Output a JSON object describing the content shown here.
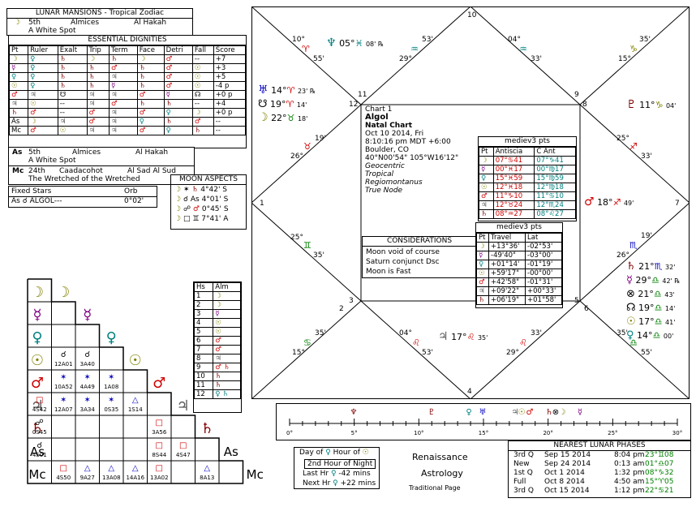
{
  "lunar_mansions": {
    "title": "LUNAR MANSIONS - Tropical Zodiac",
    "moon_row": [
      "5th",
      "Almices",
      "Al Hakah"
    ],
    "moon_sub": "A White Spot"
  },
  "essential_dignities": {
    "title": "ESSENTIAL DIGNITIES",
    "headers": [
      "Pt",
      "Ruler",
      "Exalt",
      "Trip",
      "Term",
      "Face",
      "Detri",
      "Fall",
      "Score"
    ],
    "rows": [
      {
        "pt": "☽",
        "ruler": "♀",
        "exalt": "♄",
        "trip": "☽",
        "term": "♄",
        "face": "☽",
        "detri": "♂",
        "fall": "--",
        "score": "+7"
      },
      {
        "pt": "☿",
        "ruler": "♀",
        "exalt": "♄",
        "trip": "♄",
        "term": "♂",
        "face": "♄",
        "detri": "♂",
        "fall": "☉",
        "score": "+3"
      },
      {
        "pt": "♀",
        "ruler": "♀",
        "exalt": "♄",
        "trip": "♄",
        "term": "♃",
        "face": "♄",
        "detri": "♂",
        "fall": "☉",
        "score": "+5"
      },
      {
        "pt": "☉",
        "ruler": "♀",
        "exalt": "♄",
        "trip": "♄",
        "term": "☿",
        "face": "♄",
        "detri": "♂",
        "fall": "☉",
        "score": "-4 p"
      },
      {
        "pt": "♂",
        "ruler": "♃",
        "exalt": "☋",
        "trip": "♃",
        "term": "♃",
        "face": "♂",
        "detri": "☿",
        "fall": "☊",
        "score": "+0 p"
      },
      {
        "pt": "♃",
        "ruler": "☉",
        "exalt": "--",
        "trip": "♃",
        "term": "♂",
        "face": "♄",
        "detri": "♄",
        "fall": "--",
        "score": "+4"
      },
      {
        "pt": "♄",
        "ruler": "♂",
        "exalt": "--",
        "trip": "♂",
        "term": "♃",
        "face": "♂",
        "detri": "♀",
        "fall": "☽",
        "score": "+0 p"
      },
      {
        "pt": "As",
        "ruler": "☽",
        "exalt": "♃",
        "trip": "♂",
        "term": "♃",
        "face": "♀",
        "detri": "♄",
        "fall": "♂",
        "score": "--"
      },
      {
        "pt": "Mc",
        "ruler": "♂",
        "exalt": "☉",
        "trip": "♃",
        "term": "♃",
        "face": "♂",
        "detri": "♀",
        "fall": "♄",
        "score": "--"
      }
    ]
  },
  "asc_mansion": {
    "row": [
      "5th",
      "Almices",
      "Al Hakah"
    ],
    "sub": "A White Spot"
  },
  "mc_mansion": {
    "row": [
      "24th",
      "Caadacohot",
      "Al Sad Al Sud"
    ],
    "sub": "The Wretched of the Wretched"
  },
  "fixed_stars": {
    "h1": "Fixed Stars",
    "h2": "Orb",
    "row": "As  ☌  ALGOL---",
    "orb": "0°02'"
  },
  "moon_aspects": {
    "title": "MOON ASPECTS",
    "rows": [
      {
        "a": "☽",
        "asp": "✶",
        "b": "♄",
        "val": "4°42' S"
      },
      {
        "a": "☽",
        "asp": "☌",
        "b": "As",
        "val": "4°01' S"
      },
      {
        "a": "☽",
        "asp": "☍",
        "b": "♂",
        "val": "0°45' S"
      },
      {
        "a": "☽",
        "asp": "□",
        "b": "♊",
        "val": "7°41' A"
      }
    ]
  },
  "almuten": {
    "headers": [
      "Hs",
      "Alm"
    ],
    "rows": [
      [
        "1",
        "☽"
      ],
      [
        "2",
        "☽"
      ],
      [
        "3",
        "☿"
      ],
      [
        "4",
        "☉"
      ],
      [
        "5",
        "☉"
      ],
      [
        "6",
        "♂"
      ],
      [
        "7",
        "♂"
      ],
      [
        "8",
        "♃"
      ],
      [
        "9",
        "♂ ♄"
      ],
      [
        "10",
        "♄"
      ],
      [
        "11",
        "♄"
      ],
      [
        "12",
        "♀ ♄"
      ]
    ]
  },
  "chart": {
    "name": "Chart 1",
    "title": "Algol",
    "subtitle": "Natal Chart",
    "lines": [
      "Oct 10 2014, Fri",
      "8:10:16 pm  MDT +6:00",
      "Boulder, CO",
      "40°N00'54\" 105°W16'12\""
    ],
    "italic": [
      "Geocentric",
      "Tropical",
      "Regiomontanus",
      "True Node"
    ]
  },
  "considerations": {
    "title": "CONSIDERATIONS",
    "items": [
      "Moon void of course",
      "Saturn conjunct Dsc",
      "Moon is Fast"
    ]
  },
  "antiscia": {
    "title": "mediev3 pts",
    "headers": [
      "Pt",
      "Antiscia",
      "C Ant"
    ],
    "rows": [
      [
        "☽",
        "07°♋41",
        "07°♑41"
      ],
      [
        "☿",
        "00°♓17",
        "00°♍17"
      ],
      [
        "♀",
        "15°♓59",
        "15°♍59"
      ],
      [
        "☉",
        "12°♓18",
        "12°♍18"
      ],
      [
        "♂",
        "11°♑10",
        "11°♋10"
      ],
      [
        "♃",
        "12°♉24",
        "12°♏24"
      ],
      [
        "♄",
        "08°♒27",
        "08°♌27"
      ]
    ]
  },
  "travel": {
    "title": "mediev3 pts",
    "headers": [
      "Pt",
      "Travel",
      "Lat"
    ],
    "rows": [
      [
        "☽",
        "+13°36'",
        "-02°53'"
      ],
      [
        "☿",
        "-49'40\"",
        "-03°00'"
      ],
      [
        "♀",
        "+01°14'",
        "-01°19'"
      ],
      [
        "☉",
        "+59'17\"",
        "-00°00'"
      ],
      [
        "♂",
        "+42'58\"",
        "-01°31'"
      ],
      [
        "♃",
        "+09'22\"",
        "+00°33'"
      ],
      [
        "♄",
        "+06'19\"",
        "+01°58'"
      ]
    ]
  },
  "house_numbers": [
    "1",
    "2",
    "3",
    "4",
    "5",
    "6",
    "7",
    "8",
    "9",
    "10",
    "11",
    "12"
  ],
  "cusps": {
    "c10a": "10°",
    "c10b": "55'",
    "c10s": "♈",
    "c10c": "53'",
    "c10d": "29°",
    "c10e": "♒",
    "c9a": "04°",
    "c9b": "33'",
    "c9c": "35'",
    "c9d": "15°",
    "c9s": "♑",
    "c12a": "19'",
    "c12b": "26°",
    "c6a": "25°",
    "c6b": "33'",
    "c2a": "25°",
    "c2b": "35'",
    "c8a": "19'",
    "c3a": "35'",
    "c3b": "15°",
    "c4a": "04°",
    "c4b": "53'",
    "c4c": "29°",
    "c5a": "35'",
    "c5b": "55'"
  },
  "planets": {
    "neptune": {
      "g": "♆",
      "d": "05°",
      "s": "♓",
      "m": "08' ℞"
    },
    "uranus": {
      "g": "♅",
      "d": "14°",
      "s": "♈",
      "m": "23' ℞"
    },
    "node": {
      "g": "☋",
      "d": "19°",
      "s": "♈",
      "m": "14'"
    },
    "moon": {
      "g": "☽",
      "d": "22°",
      "s": "♉",
      "m": "18'"
    },
    "pluto": {
      "g": "♇",
      "d": "11°",
      "s": "♑",
      "m": "04'"
    },
    "mars": {
      "g": "♂",
      "d": "18°",
      "s": "♐",
      "m": "49'"
    },
    "jupiter": {
      "g": "♃",
      "d": "17°",
      "s": "♌",
      "m": "35'"
    },
    "saturn": {
      "g": "♄",
      "d": "21°",
      "s": "♏",
      "m": "32'"
    },
    "mercury": {
      "g": "☿",
      "d": "29°",
      "s": "♎",
      "m": "42' ℞"
    },
    "fortune": {
      "g": "⊗",
      "d": "21°",
      "s": "♎",
      "m": "43'"
    },
    "nnode": {
      "g": "☊",
      "d": "19°",
      "s": "♎",
      "m": "14'"
    },
    "sun": {
      "g": "☉",
      "d": "17°",
      "s": "♎",
      "m": "41'"
    },
    "venus": {
      "g": "♀",
      "d": "14°",
      "s": "♎",
      "m": "00'"
    }
  },
  "aspectarian": {
    "labels": [
      "☽",
      "☿",
      "♀",
      "☉",
      "♂",
      "♃",
      "♄",
      "As",
      "Mc"
    ],
    "cells": [
      {
        "r": 4,
        "c": 4,
        "sym": "☌",
        "txt": "12A01"
      },
      {
        "r": 4,
        "c": 5,
        "sym": "☌",
        "txt": "3A40"
      },
      {
        "r": 5,
        "c": 4,
        "sym": "✶",
        "txt": "10A52"
      },
      {
        "r": 5,
        "c": 5,
        "sym": "✶",
        "txt": "4A49"
      },
      {
        "r": 5,
        "c": 6,
        "sym": "✶",
        "txt": "1A08"
      },
      {
        "r": 6,
        "c": 3,
        "sym": "□",
        "txt": "4S42"
      },
      {
        "r": 6,
        "c": 4,
        "sym": "✶",
        "txt": "12A07"
      },
      {
        "r": 6,
        "c": 5,
        "sym": "✶",
        "txt": "3A34"
      },
      {
        "r": 6,
        "c": 6,
        "sym": "✶",
        "txt": "0S35"
      },
      {
        "r": 6,
        "c": 7,
        "sym": "△",
        "txt": "1S14"
      },
      {
        "r": 7,
        "c": 3,
        "sym": "☍",
        "txt": "0S45"
      },
      {
        "r": 7,
        "c": 8,
        "sym": "□",
        "txt": "3A56"
      },
      {
        "r": 8,
        "c": 3,
        "sym": "☌",
        "txt": "4S01"
      },
      {
        "r": 8,
        "c": 8,
        "sym": "□",
        "txt": "8S44"
      },
      {
        "r": 8,
        "c": 9,
        "sym": "□",
        "txt": "4S47"
      },
      {
        "r": 9,
        "c": 4,
        "sym": "□",
        "txt": "4S50"
      },
      {
        "r": 9,
        "c": 5,
        "sym": "△",
        "txt": "9A27"
      },
      {
        "r": 9,
        "c": 6,
        "sym": "△",
        "txt": "13A08"
      },
      {
        "r": 9,
        "c": 7,
        "sym": "△",
        "txt": "14A16"
      },
      {
        "r": 9,
        "c": 8,
        "sym": "□",
        "txt": "13A02"
      },
      {
        "r": 9,
        "c": 10,
        "sym": "△",
        "txt": "8A13"
      }
    ]
  },
  "scale": {
    "ticks": [
      "0°",
      "5°",
      "10°",
      "15°",
      "20°",
      "25°",
      "30°"
    ]
  },
  "planetary_hours": {
    "day_label": "Day of",
    "day_sym": "♀",
    "hour_label": "Hour of",
    "hour_sym": "☉",
    "line2": "2nd Hour of Night",
    "last_label": "Last Hr",
    "last_sym": "♀",
    "last_val": "-42 mins",
    "next_label": "Next Hr",
    "next_sym": "♀",
    "next_val": "+22 mins"
  },
  "brand": {
    "l1": "Renaissance",
    "l2": "Astrology",
    "l3": "Traditional Page"
  },
  "lunar_phases": {
    "title": "NEAREST LUNAR PHASES",
    "rows": [
      [
        "3rd Q",
        "Sep 15 2014",
        "8:04 pm",
        "23°♊08"
      ],
      [
        "New",
        "Sep 24 2014",
        "0:13 am",
        "01°♎07"
      ],
      [
        "1st Q",
        "Oct 1 2014",
        "1:32 pm",
        "08°♑32"
      ],
      [
        "Full",
        "Oct 8 2014",
        "4:50 am",
        "15°♈05"
      ],
      [
        "3rd Q",
        "Oct 15 2014",
        "1:12 pm",
        "22°♋21"
      ]
    ]
  }
}
